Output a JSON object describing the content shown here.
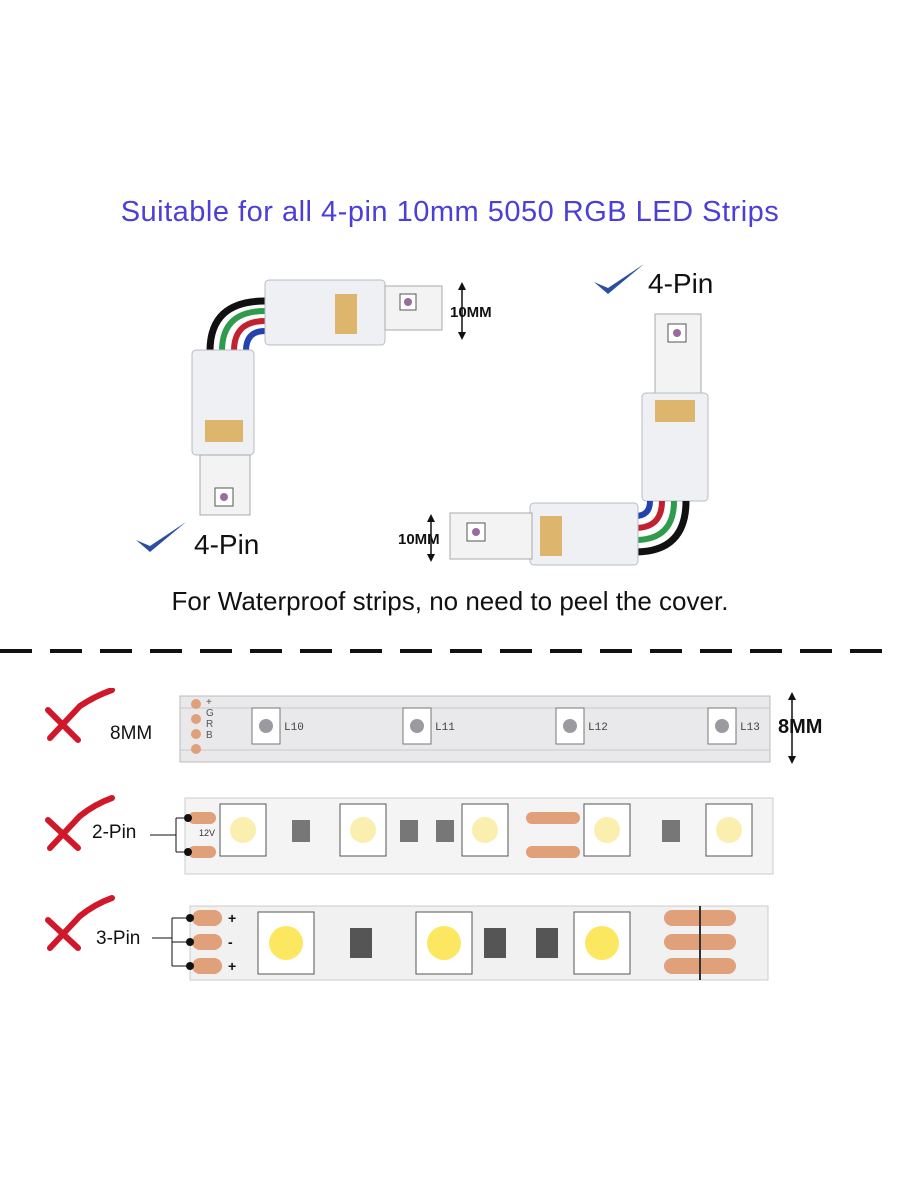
{
  "headline": "Suitable for all 4-pin 10mm 5050 RGB LED Strips",
  "note": "For Waterproof strips, no need to peel the cover.",
  "top_connectors": {
    "left": {
      "pin_label": "4-Pin",
      "dimension": "10MM"
    },
    "right": {
      "pin_label": "4-Pin",
      "dimension": "10MM"
    }
  },
  "incompatible_strips": [
    {
      "label": "8MM",
      "dimension": "8MM",
      "pads": [
        "+",
        "G",
        "R",
        "B"
      ],
      "leds": [
        "L10",
        "L11",
        "L12",
        "L13"
      ]
    },
    {
      "label": "2-Pin",
      "voltage": "12V"
    },
    {
      "label": "3-Pin",
      "pads": [
        "+",
        "-",
        "+"
      ]
    }
  ],
  "colors": {
    "headline": "#4b3fd8",
    "check": "#2a4fa0",
    "cross": "#d0182a",
    "copper_pad": "#e0a07a"
  }
}
